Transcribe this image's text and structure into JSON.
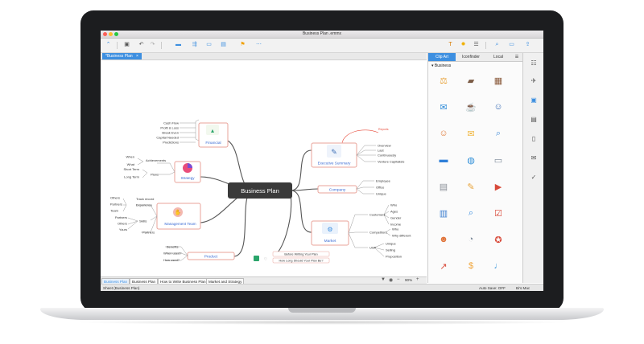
{
  "window": {
    "title": "Business Plan .emmx"
  },
  "document_tab": {
    "label": "*Business Plan",
    "close": "×"
  },
  "mindmap": {
    "central": "Business Plan",
    "financial": {
      "label": "Financial",
      "items": [
        "Cash Flow",
        "Profit & Loss",
        "Break Even",
        "Capital Needed",
        "Predictions"
      ]
    },
    "strategy": {
      "label": "Strategy",
      "achievements": "Achievements",
      "plans": "Plans",
      "when": "When",
      "what": "What",
      "short_term": "Short Term",
      "long_term": "Long Term"
    },
    "management": {
      "label": "Management Team",
      "track_record": "Track record",
      "experience": "Experience",
      "skills": "Skills",
      "partners": "Partners",
      "others": "Others",
      "team": "Team",
      "others2": "Others",
      "yours": "Yours",
      "partners2": "Partners",
      "partners3": "Partners"
    },
    "product": {
      "label": "Product",
      "benefits": "Benefits",
      "when_used": "When used?",
      "how_used": "How used?"
    },
    "executive": {
      "label": "Executive Summary",
      "note": "Reports",
      "overview": "Overview",
      "last": "Last",
      "continuously": "Continuously",
      "venture": "Venture Capitalists"
    },
    "company": {
      "label": "Company",
      "employee": "Employee",
      "office": "Office",
      "unique": "Unique"
    },
    "market": {
      "label": "Market",
      "customers": "Customers",
      "competitors": "Competitors",
      "usp": "USP",
      "who": "Who",
      "ages": "Ages",
      "gender": "Gender",
      "income": "Income",
      "who2": "Who",
      "why_different": "Why different",
      "unique": "Unique",
      "selling": "Selling",
      "proposition": "Proposition"
    },
    "bottom": {
      "before": "Before Writing Your Plan",
      "how_long": "How Long Should Your Plan Be?"
    }
  },
  "sheets": [
    "Business Plan",
    "Business Plan",
    "How to Write Business Plan",
    "Market and Strategy"
  ],
  "status": {
    "sheet": "Sheet (Business Plan)",
    "zoom": "90%",
    "autosave": "Auto Save: OFF",
    "user": "Bi's Mac"
  },
  "panel": {
    "tabs": [
      "Clip Art",
      "Iconfinder",
      "Local"
    ],
    "category": "Business"
  },
  "colors": {
    "accent": "#3d8fe0",
    "node_border": "#e8a39a",
    "branch": "#555555",
    "central_bg": "#3a3a3a"
  },
  "clipart_icons": [
    "scales-icon",
    "briefcase-icon",
    "calculator-icon",
    "chat-icon",
    "coffee-icon",
    "contact-icon",
    "support-agent-icon",
    "envelope-icon",
    "document-search-icon",
    "folder-icon",
    "globe-icon",
    "inbox-icon",
    "newspaper-icon",
    "pencil-icon",
    "presentation-icon",
    "printer-icon",
    "magnifier-icon",
    "checklist-icon",
    "team-icon",
    "clock-icon",
    "certificate-icon",
    "growth-chart-icon",
    "dollar-coin-icon",
    "microphone-icon"
  ]
}
